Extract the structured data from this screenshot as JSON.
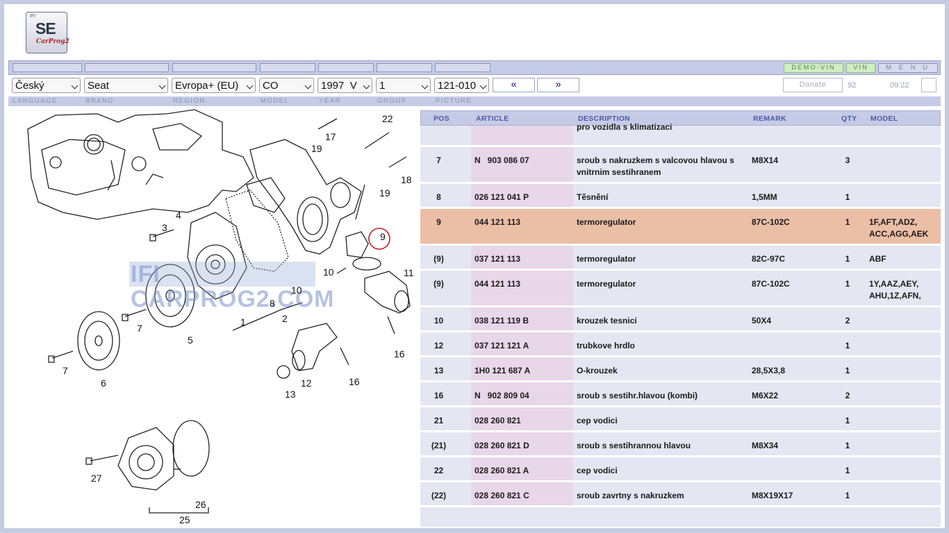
{
  "logo": {
    "ifi": "IFI",
    "se": "SE",
    "carprog": "CarProg2"
  },
  "top_buttons": {
    "demo_vin": "DEMO-VIN",
    "vin": "VIN",
    "menu": "M E N U"
  },
  "selectors": {
    "language": "Český",
    "brand": "Seat",
    "region": "Evropa+ (EU)",
    "model": "CO",
    "year": "1997  V",
    "group": "1",
    "picture": "121-010"
  },
  "nav": {
    "prev": "«",
    "next": "»"
  },
  "donate": "Donate",
  "counter": "92",
  "clock": "09:22",
  "labels": {
    "language": "LANGUAGE",
    "brand": "BRAND",
    "region": "REGION",
    "model": "MODEL",
    "year": "YEAR",
    "group": "GROUP",
    "picture": "PICTURE"
  },
  "diagram": {
    "watermark": "IFI CARPROG2.COM",
    "callouts": [
      "22",
      "17",
      "19",
      "18",
      "19",
      "9",
      "11",
      "10",
      "10",
      "8",
      "4",
      "3",
      "1",
      "2",
      "7",
      "5",
      "6",
      "7",
      "13",
      "12",
      "16",
      "16",
      "27",
      "26",
      "25"
    ]
  },
  "table": {
    "headers": {
      "pos": "POS",
      "article": "ARTICLE",
      "description": "DESCRIPTION",
      "remark": "REMARK",
      "qty": "QTY",
      "model": "MODEL"
    },
    "partial_row": {
      "description": "pro vozidla s klimatizaci"
    },
    "rows": [
      {
        "pos": "7",
        "article": "N   903 086 07",
        "description": "sroub s nakruzkem s valcovou hlavou s vnitrnim sestihranem",
        "remark": "M8X14",
        "qty": "3",
        "model": ""
      },
      {
        "pos": "8",
        "article": "026 121 041 P",
        "description": "Těsnění",
        "remark": "1,5MM",
        "qty": "1",
        "model": ""
      },
      {
        "pos": "9",
        "article": "044 121 113",
        "description": "termoregulator",
        "remark": "87C-102C",
        "qty": "1",
        "model": "1F,AFT,ADZ, ACC,AGG,AEK",
        "highlight": true
      },
      {
        "pos": "(9)",
        "article": "037 121 113",
        "description": "termoregulator",
        "remark": "82C-97C",
        "qty": "1",
        "model": "ABF"
      },
      {
        "pos": "(9)",
        "article": "044 121 113",
        "description": "termoregulator",
        "remark": "87C-102C",
        "qty": "1",
        "model": "1Y,AAZ,AEY, AHU,1Z,AFN,"
      },
      {
        "pos": "10",
        "article": "038 121 119 B",
        "description": "krouzek tesnici",
        "remark": "50X4",
        "qty": "2",
        "model": ""
      },
      {
        "pos": "12",
        "article": "037 121 121 A",
        "description": "trubkove hrdlo",
        "remark": "",
        "qty": "1",
        "model": ""
      },
      {
        "pos": "13",
        "article": "1H0 121 687 A",
        "description": "O-krouzek",
        "remark": "28,5X3,8",
        "qty": "1",
        "model": ""
      },
      {
        "pos": "16",
        "article": "N   902 809 04",
        "description": "sroub s sestihr.hlavou (kombi)",
        "remark": "M6X22",
        "qty": "2",
        "model": ""
      },
      {
        "pos": "21",
        "article": "028 260 821",
        "description": "cep vodici",
        "remark": "",
        "qty": "1",
        "model": ""
      },
      {
        "pos": "(21)",
        "article": "028 260 821 D",
        "description": "sroub s sestihrannou hlavou",
        "remark": "M8X34",
        "qty": "1",
        "model": ""
      },
      {
        "pos": "22",
        "article": "028 260 821 A",
        "description": "cep vodici",
        "remark": "",
        "qty": "1",
        "model": ""
      },
      {
        "pos": "(22)",
        "article": "028 260 821 C",
        "description": "sroub zavrtny s nakruzkem",
        "remark": "M8X19X17",
        "qty": "1",
        "model": ""
      }
    ]
  }
}
